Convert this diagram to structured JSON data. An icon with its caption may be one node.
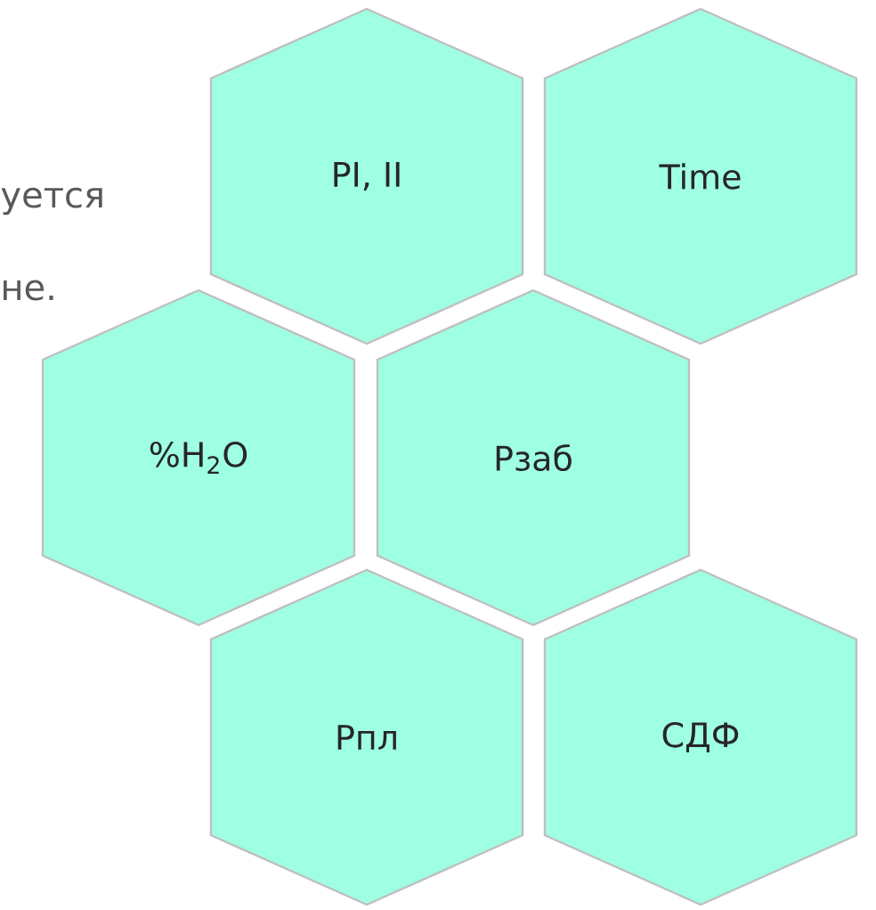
{
  "diagram": {
    "nodes": [
      {
        "text": [
          "PI, II"
        ]
      },
      {
        "text": [
          "Time"
        ]
      },
      {
        "text": [
          "%H$_{2}$O"
        ]
      },
      {
        "text": [
          "Рзаб"
        ]
      },
      {
        "text": [
          "Рпл"
        ]
      },
      {
        "text": [
          "СДФ"
        ]
      }
    ],
    "labels": [
      "уется",
      "не."
    ]
  }
}
